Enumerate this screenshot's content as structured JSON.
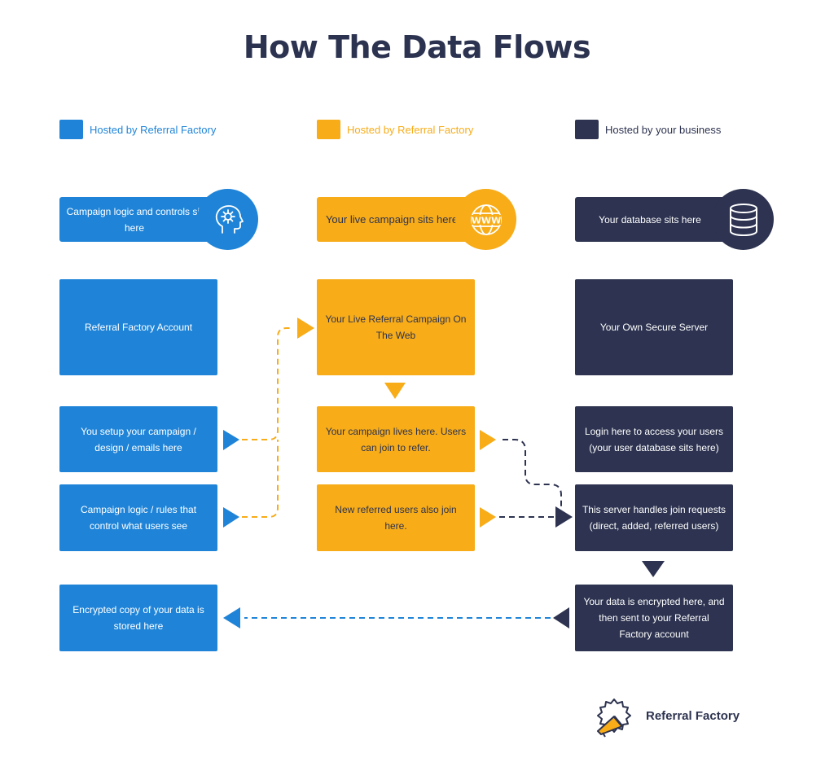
{
  "title": "How The Data Flows",
  "legend": [
    {
      "label": "Hosted by Referral Factory",
      "color": "#1f84d8"
    },
    {
      "label": "Hosted by Referral Factory",
      "color": "#f7ac18"
    },
    {
      "label": "Hosted by your business",
      "color": "#2d3350"
    }
  ],
  "headers": {
    "logic": "Campaign logic and controls sit here",
    "live": "Your live campaign sits here",
    "database": "Your  database sits here"
  },
  "icons": {
    "logic": "gear-head-icon",
    "live": "www-globe-icon",
    "database": "database-icon"
  },
  "boxes": {
    "rf_account": "Referral Factory Account",
    "setup": "You setup your campaign / design / emails here",
    "rules": "Campaign logic / rules that control what users see",
    "encrypted_copy": "Encrypted copy of your data is stored here",
    "live_campaign": "Your Live Referral Campaign On The Web",
    "lives_here": "Your campaign lives here. Users can join to refer.",
    "referred": "New referred users also join here.",
    "own_server": "Your Own Secure Server",
    "login": "Login here to access your users (your user database sits here)",
    "join_requests": "This server handles join requests (direct, added, referred users)",
    "encrypted_here": "Your data is encrypted here, and then sent to your Referral Factory account"
  },
  "brand": {
    "name": "Referral Factory"
  },
  "colors": {
    "blue": "#1f84d8",
    "yellow": "#f7ac18",
    "dark": "#2d3350"
  }
}
